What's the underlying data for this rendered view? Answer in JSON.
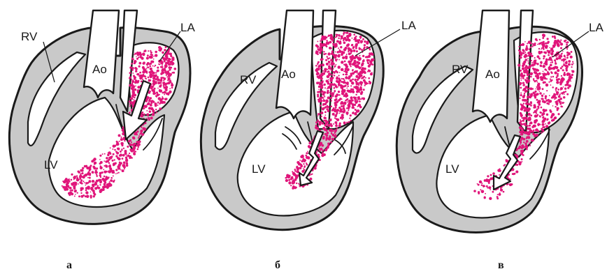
{
  "colors": {
    "jet": "#e0157a",
    "wall": "#c9c9c9",
    "ink": "#1a1a1a"
  },
  "panels": [
    {
      "id": "a",
      "caption": "а",
      "labels": {
        "rv": "RV",
        "ao": "Ao",
        "la": "LA",
        "lv": "LV"
      }
    },
    {
      "id": "b",
      "caption": "б",
      "labels": {
        "rv": "RV",
        "ao": "Ao",
        "la": "LA",
        "lv": "LV"
      }
    },
    {
      "id": "c",
      "caption": "в",
      "labels": {
        "rv": "RV",
        "ao": "Ao",
        "la": "LA",
        "lv": "LV"
      }
    }
  ]
}
